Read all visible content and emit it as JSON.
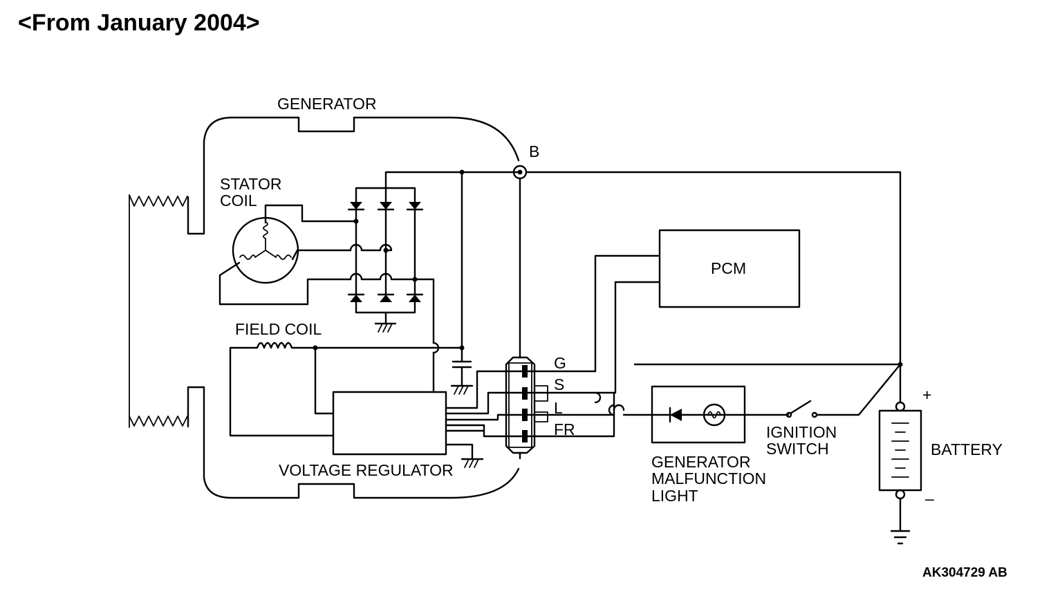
{
  "header": {
    "title": "<From January 2004>"
  },
  "labels": {
    "generator": "GENERATOR",
    "terminal_b": "B",
    "stator_coil_1": "STATOR",
    "stator_coil_2": "COIL",
    "field_coil": "FIELD COIL",
    "voltage_regulator": "VOLTAGE REGULATOR",
    "pcm": "PCM",
    "terminal_g": "G",
    "terminal_s": "S",
    "terminal_l": "L",
    "terminal_fr": "FR",
    "malfunction_light_1": "GENERATOR",
    "malfunction_light_2": "MALFUNCTION",
    "malfunction_light_3": "LIGHT",
    "ignition_switch_1": "IGNITION",
    "ignition_switch_2": "SWITCH",
    "battery": "BATTERY",
    "battery_plus": "+",
    "battery_minus": "–"
  },
  "footer": {
    "figure_id": "AK304729 AB"
  }
}
